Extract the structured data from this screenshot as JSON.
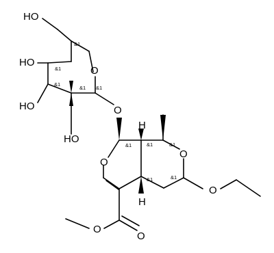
{
  "atoms": {
    "o_ch2oh": "HO",
    "o_c4": "HO",
    "o_c3": "HO",
    "o_c2": "HO",
    "o_ring_sugar": "O",
    "o_glycosidic": "O",
    "h_c7a": "H",
    "o_pyran": "O",
    "o_ring_b": "O",
    "o_ethoxy": "O",
    "h_c4a": "H",
    "o_ester": "O",
    "o_carbonyl": "O"
  },
  "stereo_label": "&1",
  "colors": {
    "ink": "#000000",
    "background": "#ffffff"
  }
}
